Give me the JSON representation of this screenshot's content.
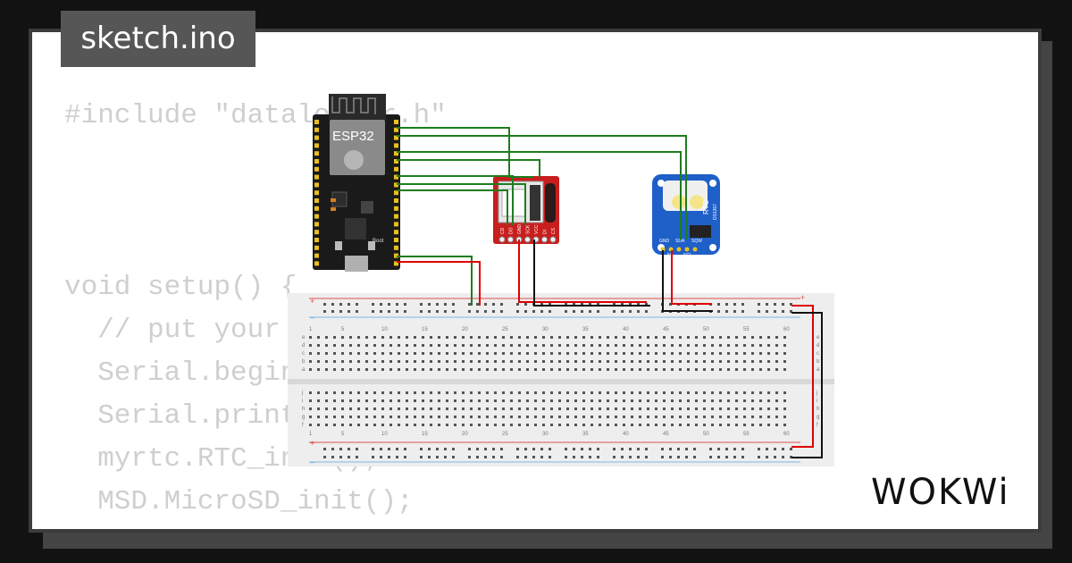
{
  "tab": {
    "title": "sketch.ino"
  },
  "code_lines": [
    "#include \"datalogger.h\"",
    "",
    "",
    "",
    "void setup() {",
    "  // put your setup code here, to run once:",
    "  Serial.begin(115200);",
    "  Serial.println(\"Hello, ESP32!\");",
    "  myrtc.RTC_init();",
    "  MSD.MicroSD_init();",
    "}"
  ],
  "esp32": {
    "label": "ESP32",
    "boot_label": "Boot"
  },
  "sd_module": {
    "pins": [
      "CD",
      "DO",
      "GND",
      "SCK",
      "VCC",
      "DI",
      "CS"
    ]
  },
  "rtc_module": {
    "label": "RTC",
    "part": "DS1307",
    "pins": [
      "GND",
      "5V",
      "SDA",
      "SCL",
      "SQW"
    ]
  },
  "breadboard": {
    "columns": [
      "1",
      "5",
      "10",
      "15",
      "20",
      "25",
      "30",
      "35",
      "40",
      "45",
      "50",
      "55",
      "60"
    ],
    "rows_top": [
      "j",
      "i",
      "h",
      "g",
      "f"
    ],
    "rows_bottom": [
      "e",
      "d",
      "c",
      "b",
      "a"
    ]
  },
  "brand": {
    "name": "WOKWi"
  },
  "colors": {
    "wire_green": "#1e7d1e",
    "wire_red": "#e00000",
    "wire_black": "#111111",
    "esp_board": "#1a1a1a",
    "sd_board": "#c81e1e",
    "rtc_board": "#1f5fc8"
  }
}
